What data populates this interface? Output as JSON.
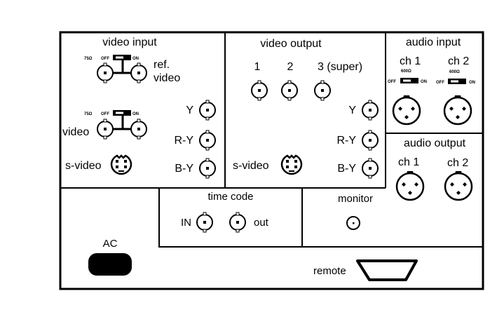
{
  "title": "Rear connector panel",
  "colors": {
    "ink": "#000000",
    "paper": "#ffffff"
  },
  "sections": {
    "video_input": {
      "title": "video input",
      "ref_video": {
        "label_line1": "ref.",
        "label_line2": "video",
        "terminator": {
          "ohm": "75Ω",
          "off": "OFF",
          "on": "ON"
        }
      },
      "video": {
        "label": "video",
        "terminator": {
          "ohm": "75Ω",
          "off": "OFF",
          "on": "ON"
        }
      },
      "svideo": {
        "label": "s-video"
      },
      "component": [
        {
          "label": "Y"
        },
        {
          "label": "R-Y"
        },
        {
          "label": "B-Y"
        }
      ]
    },
    "video_output": {
      "title": "video output",
      "outputs": [
        {
          "label": "1"
        },
        {
          "label": "2"
        },
        {
          "label": "3 (super)"
        }
      ],
      "svideo": {
        "label": "s-video"
      },
      "component": [
        {
          "label": "Y"
        },
        {
          "label": "R-Y"
        },
        {
          "label": "B-Y"
        }
      ]
    },
    "audio_input": {
      "title": "audio input",
      "channels": [
        {
          "label": "ch 1",
          "impedance": "600Ω",
          "off": "OFF",
          "on": "ON"
        },
        {
          "label": "ch 2",
          "impedance": "600Ω",
          "off": "OFF",
          "on": "ON"
        }
      ]
    },
    "audio_output": {
      "title": "audio output",
      "channels": [
        {
          "label": "ch 1"
        },
        {
          "label": "ch 2"
        }
      ]
    },
    "time_code": {
      "title": "time code",
      "in_label": "IN",
      "out_label": "out"
    },
    "monitor": {
      "title": "monitor"
    },
    "power": {
      "label": "AC"
    },
    "remote": {
      "label": "remote"
    }
  }
}
